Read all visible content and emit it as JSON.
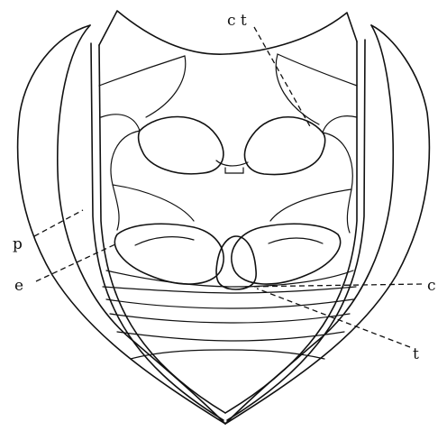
{
  "diagram": {
    "ink_color": "#111111",
    "background": "#ffffff",
    "labels": {
      "ct": "c t",
      "p": "p",
      "e": "e",
      "c": "c",
      "t": "t"
    }
  }
}
